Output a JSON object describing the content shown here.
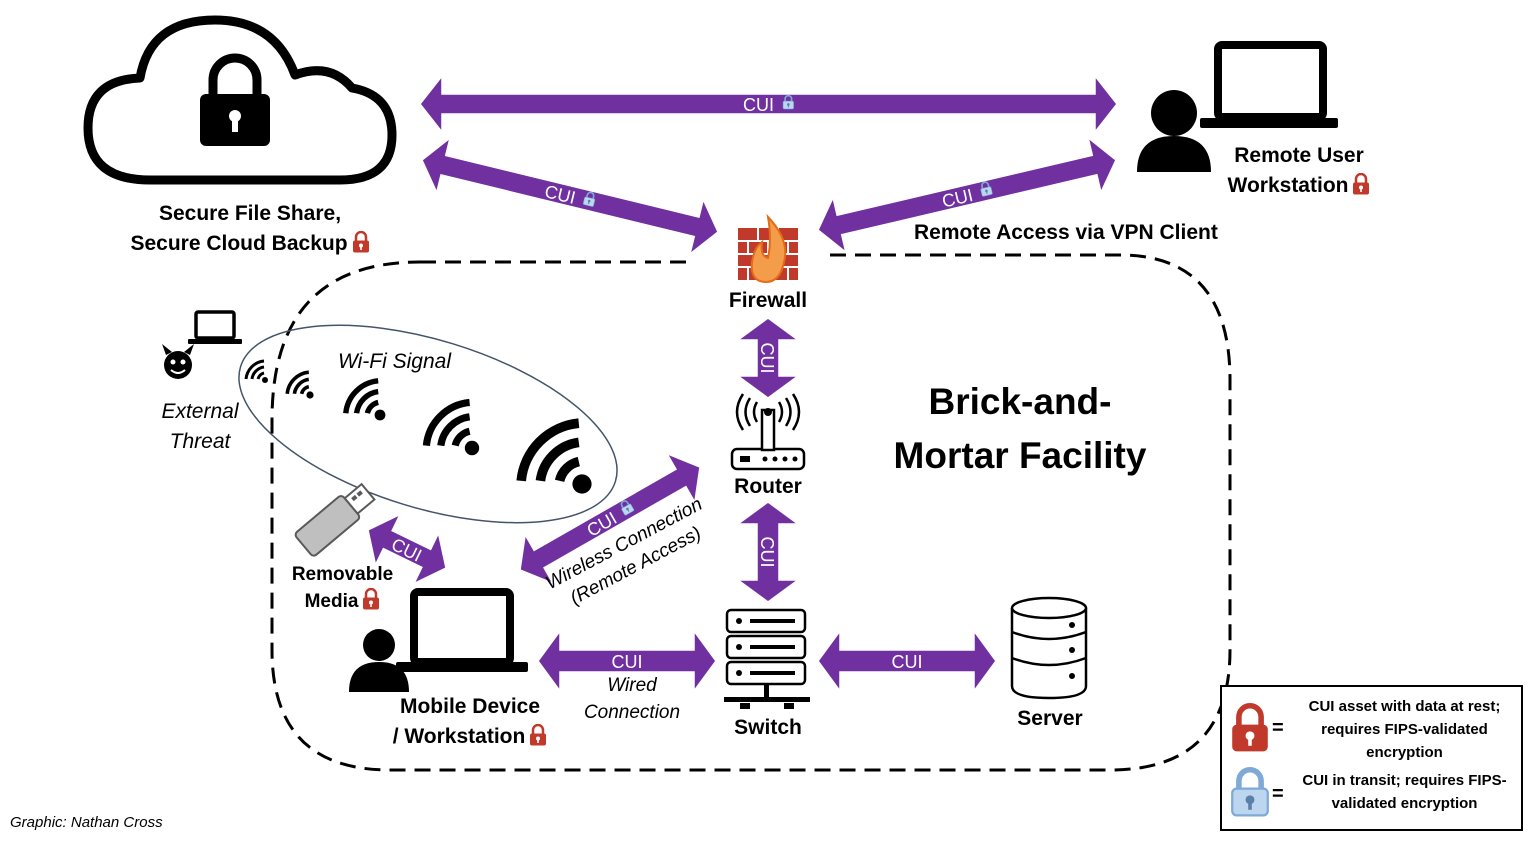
{
  "labels": {
    "cloud": [
      "Secure File Share,",
      "Secure Cloud Backup"
    ],
    "remote_user": [
      "Remote User",
      "Workstation"
    ],
    "remote_access": "Remote Access via VPN Client",
    "firewall": "Firewall",
    "router": "Router",
    "switch": "Switch",
    "server": "Server",
    "facility": [
      "Brick-and-",
      "Mortar Facility"
    ],
    "wifi_signal": "Wi-Fi Signal",
    "external_threat": [
      "External",
      "Threat"
    ],
    "removable_media": [
      "Removable",
      "Media"
    ],
    "mobile_device": [
      "Mobile Device",
      "/ Workstation"
    ],
    "wired_connection": [
      "Wired",
      "Connection"
    ],
    "wireless_connection": [
      "Wireless Connection",
      "(Remote Access)"
    ],
    "credit": "Graphic: Nathan Cross"
  },
  "arrows": {
    "cloud_to_remote": "CUI",
    "cloud_to_firewall": "CUI",
    "remote_to_firewall": "CUI",
    "firewall_to_router": "CUI",
    "router_to_switch": "CUI",
    "wireless": "CUI",
    "removable": "CUI",
    "mobile_to_switch": "CUI",
    "switch_to_server": "CUI"
  },
  "legend": {
    "at_rest": [
      "CUI asset with data at rest;",
      "requires FIPS-validated",
      "encryption"
    ],
    "in_transit": [
      "CUI in transit; requires FIPS-",
      "validated encryption"
    ],
    "equals": "="
  },
  "colors": {
    "arrow": "#7030a0",
    "lock_at_rest": "#c0392b",
    "lock_in_transit": "#9dc3e6",
    "firewall": "#c0392b"
  },
  "icons": [
    "cloud-lock-icon",
    "person-icon",
    "laptop-icon",
    "firewall-icon",
    "router-icon",
    "switch-icon",
    "server-icon",
    "wifi-icon",
    "usb-drive-icon",
    "devil-icon",
    "lock-icon"
  ]
}
